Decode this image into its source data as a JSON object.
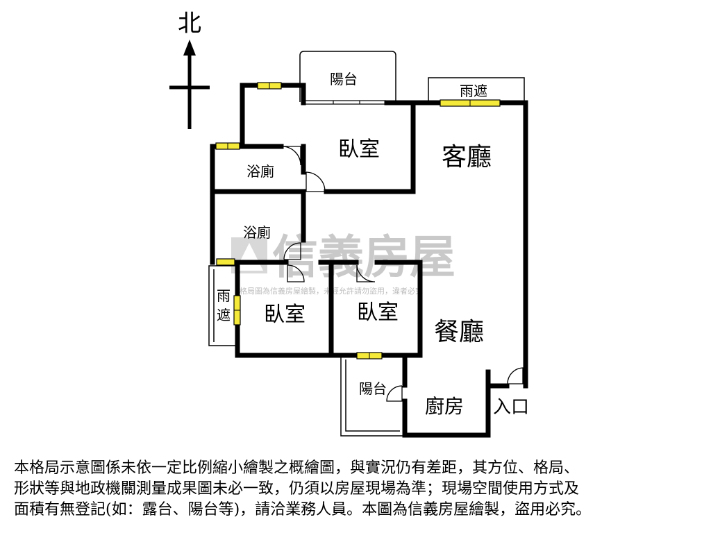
{
  "compass": {
    "north_label": "北"
  },
  "rooms": {
    "balcony_top": "陽台",
    "canopy_top": "雨遮",
    "bedroom_master": "臥室",
    "living_room": "客廳",
    "bathroom_1": "浴廁",
    "bathroom_2": "浴廁",
    "canopy_left_1": "雨",
    "canopy_left_2": "遮",
    "bedroom_left": "臥室",
    "bedroom_middle": "臥室",
    "dining_room": "餐廳",
    "balcony_bottom": "陽台",
    "kitchen": "廚房",
    "entrance": "入口"
  },
  "watermark": {
    "brand": "信義房屋",
    "notice": "格局圖為信義房屋繪製，未經允許請勿盜用，違者必究"
  },
  "disclaimer": {
    "line1": "本格局示意圖係未依一定比例縮小繪製之概繪圖，與實況仍有差距，其方位、格局、",
    "line2": "形狀等與地政機關測量成果圖未必一致，仍須以房屋現場為準；現場空間使用方式及",
    "line3": "面積有無登記(如：露台、陽台等)，請洽業務人員。本圖為信義房屋繪製，盜用必究。"
  },
  "colors": {
    "wall": "#000000",
    "window": "#f5ea3a",
    "watermark": "#c9c9c9"
  }
}
